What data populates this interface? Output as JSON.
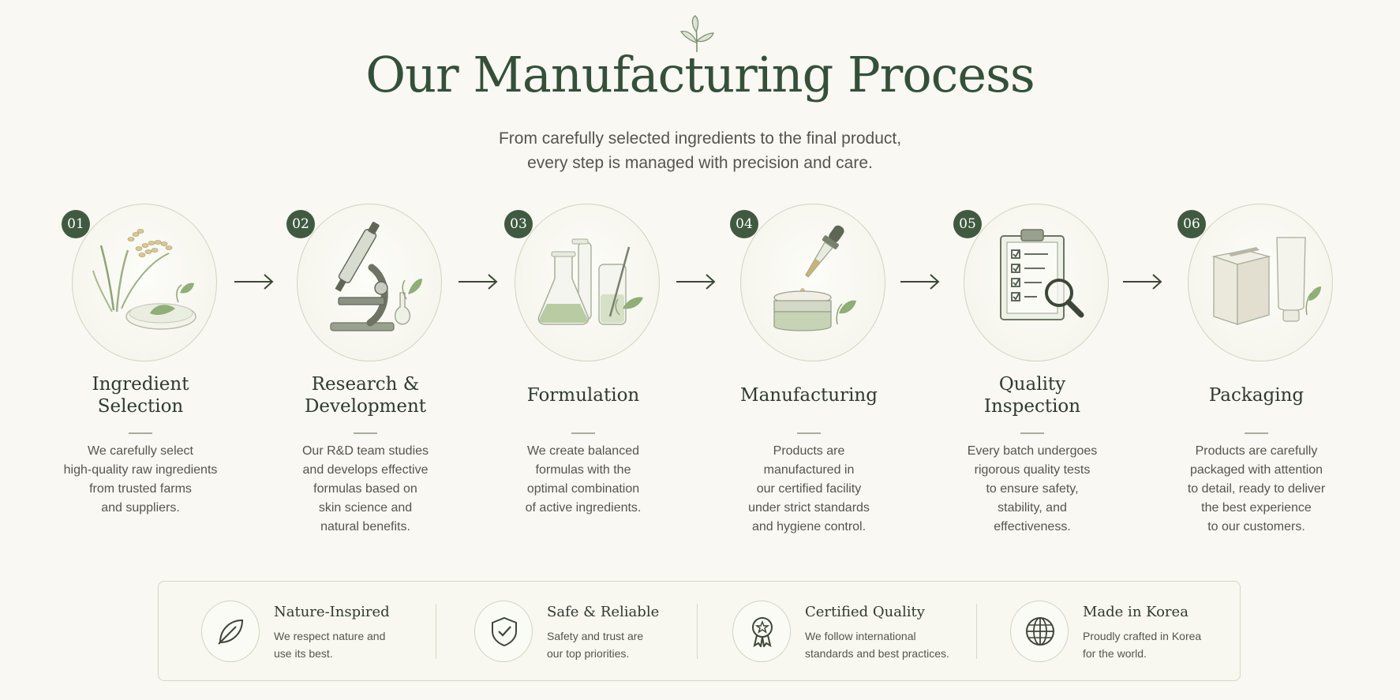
{
  "header": {
    "title": "Our Manufacturing Process",
    "subtitle_lines": [
      "From carefully selected ingredients to the final product,",
      "every step is managed with precision and care."
    ]
  },
  "steps": [
    {
      "number": "01",
      "title_lines": [
        "Ingredient",
        "Selection"
      ],
      "icon": "rice-plant-petri-dish-icon",
      "desc_lines": [
        "We carefully select",
        "high-quality raw ingredients",
        "from trusted farms",
        "and suppliers."
      ]
    },
    {
      "number": "02",
      "title_lines": [
        "Research &",
        "Development"
      ],
      "icon": "microscope-icon",
      "desc_lines": [
        "Our R&D team studies",
        "and develops effective",
        "formulas based on",
        "skin science and",
        "natural benefits."
      ]
    },
    {
      "number": "03",
      "title_lines": [
        "Formulation"
      ],
      "icon": "lab-flasks-icon",
      "desc_lines": [
        "We create balanced",
        "formulas with the",
        "optimal combination",
        "of active ingredients."
      ]
    },
    {
      "number": "04",
      "title_lines": [
        "Manufacturing"
      ],
      "icon": "dropper-cream-jar-icon",
      "desc_lines": [
        "Products are",
        "manufactured in",
        "our certified facility",
        "under strict standards",
        "and hygiene control."
      ]
    },
    {
      "number": "05",
      "title_lines": [
        "Quality",
        "Inspection"
      ],
      "icon": "checklist-magnifier-icon",
      "desc_lines": [
        "Every batch undergoes",
        "rigorous quality tests",
        "to ensure safety,",
        "stability, and",
        "effectiveness."
      ]
    },
    {
      "number": "06",
      "title_lines": [
        "Packaging"
      ],
      "icon": "box-tube-icon",
      "desc_lines": [
        "Products are carefully",
        "packaged with attention",
        "to detail, ready to deliver",
        "the best experience",
        "to our customers."
      ]
    }
  ],
  "features": [
    {
      "title": "Nature-Inspired",
      "icon": "leaf-icon",
      "desc_lines": [
        "We respect nature and",
        "use its best."
      ]
    },
    {
      "title": "Safe & Reliable",
      "icon": "shield-check-icon",
      "desc_lines": [
        "Safety and trust are",
        "our top priorities."
      ]
    },
    {
      "title": "Certified Quality",
      "icon": "award-badge-icon",
      "desc_lines": [
        "We follow international",
        "standards and best practices."
      ]
    },
    {
      "title": "Made in Korea",
      "icon": "globe-icon",
      "desc_lines": [
        "Proudly crafted in Korea",
        "for the world."
      ]
    }
  ],
  "colors": {
    "background": "#f9f8f2",
    "accent_green": "#3f5a40",
    "title_green": "#34503a",
    "circle_border": "#cfd5c0"
  }
}
